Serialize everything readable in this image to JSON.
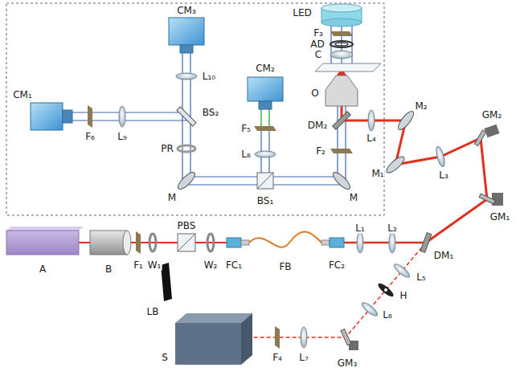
{
  "diagram": {
    "labels": [
      "CM₃",
      "LED",
      "F₃",
      "AD",
      "C",
      "L₁₀",
      "CM₁",
      "CM₂",
      "O",
      "BS₂",
      "F₆",
      "L₉",
      "PR",
      "F₅",
      "L₈",
      "M₂",
      "DM₂",
      "L₄",
      "GM₂",
      "L₃",
      "F₂",
      "M₁",
      "M",
      "BS₁",
      "M",
      "GM₁",
      "A",
      "B",
      "F₁",
      "W₁",
      "PBS",
      "W₂",
      "FC₁",
      "FB",
      "FC₂",
      "L₁",
      "L₂",
      "DM₁",
      "LB",
      "L₅",
      "H",
      "L₆",
      "S",
      "F₄",
      "L₇",
      "GM₃"
    ]
  }
}
